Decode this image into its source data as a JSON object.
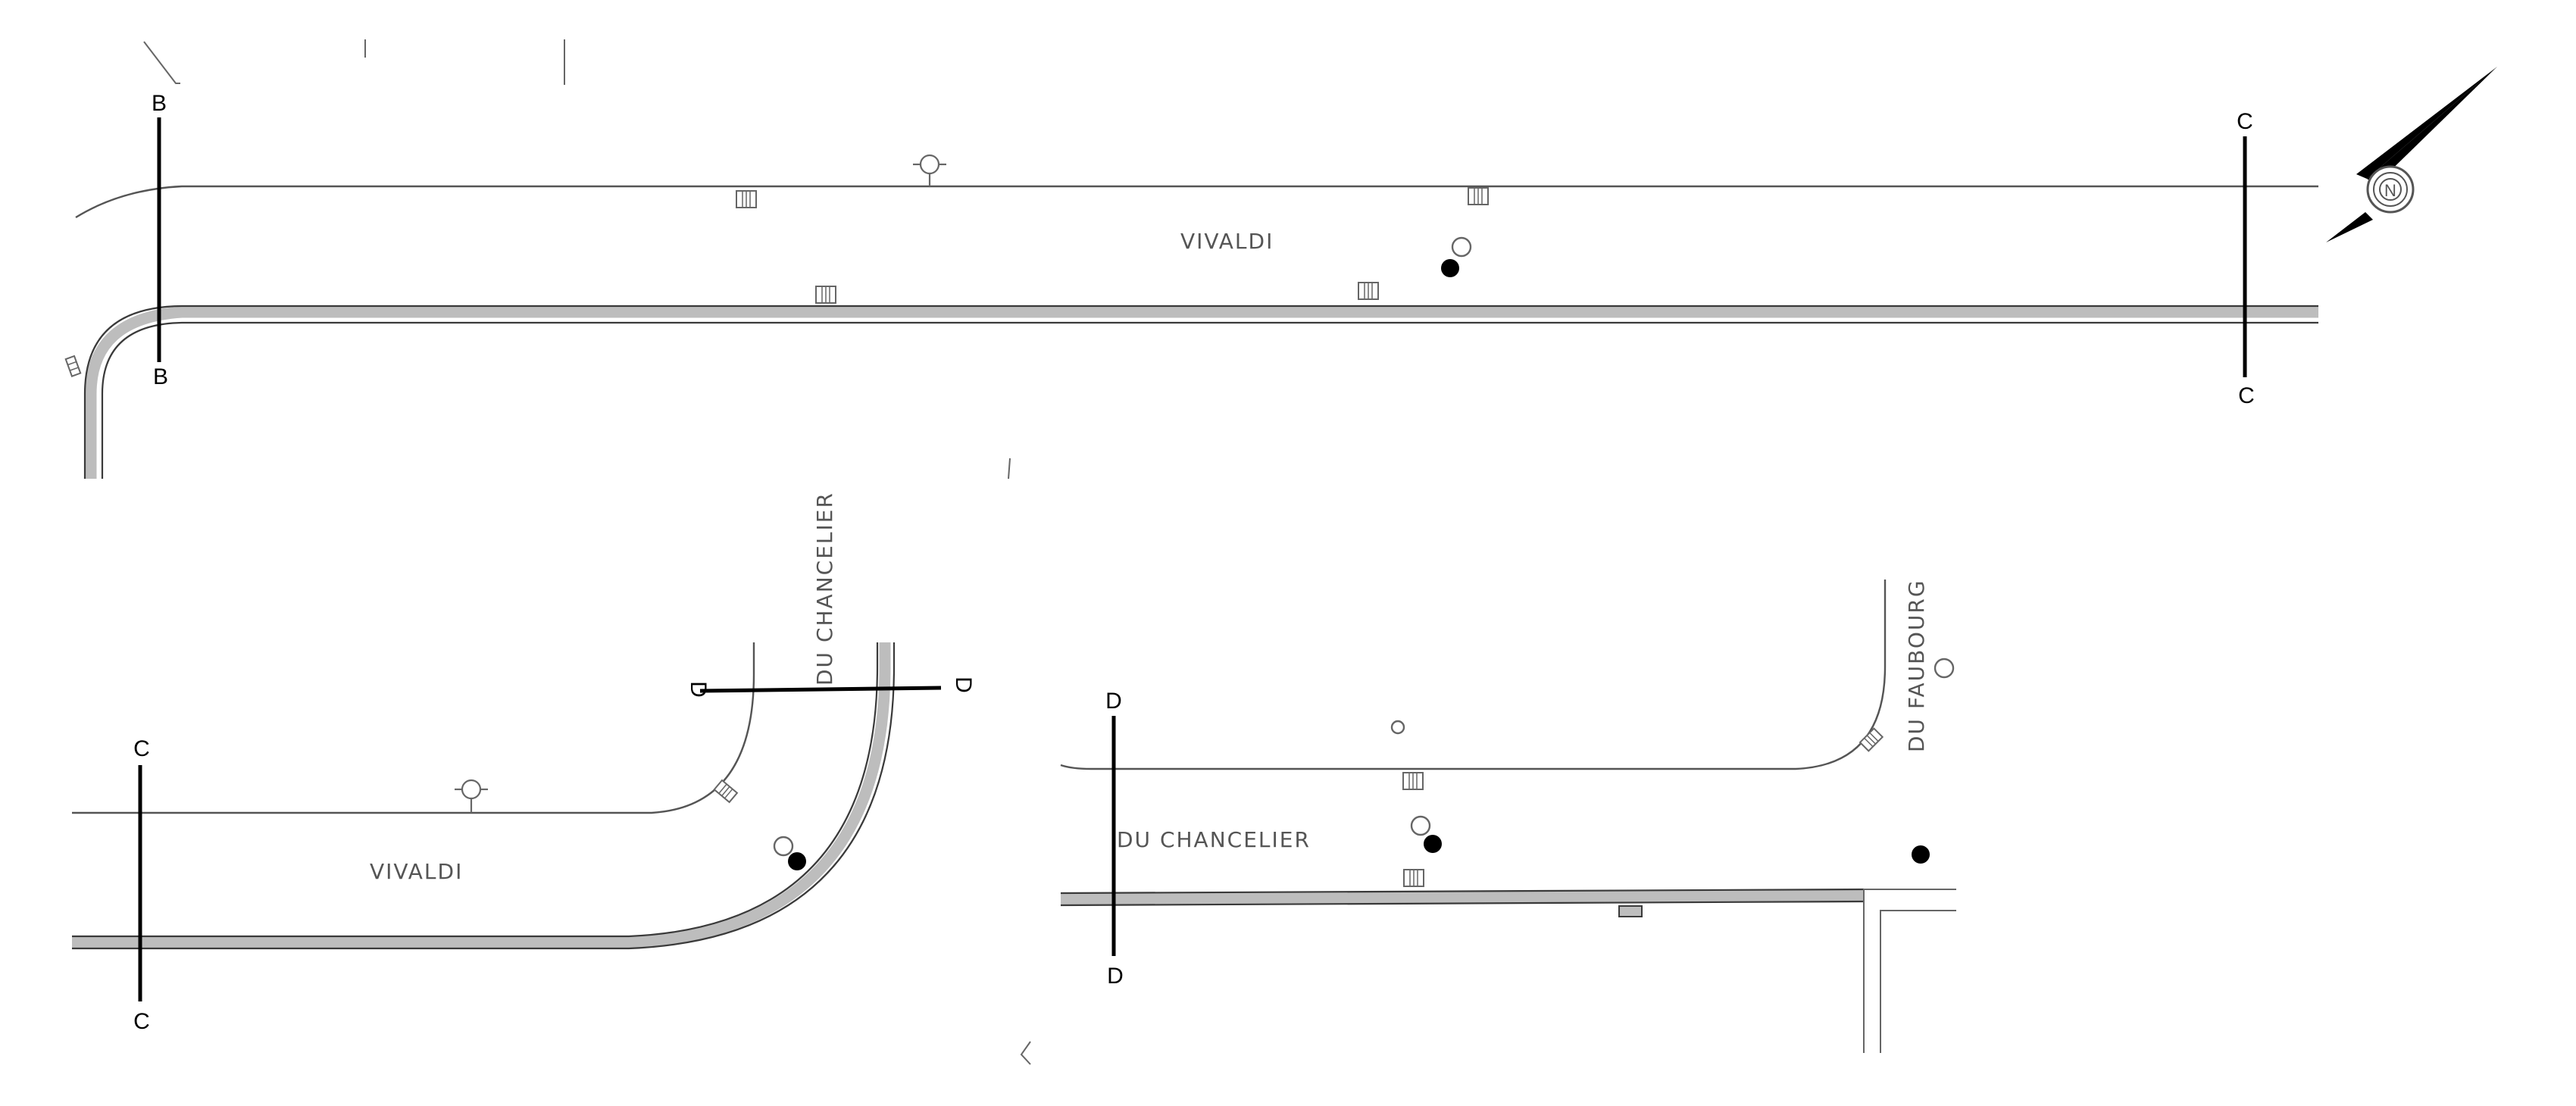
{
  "sections": {
    "b_top": "B",
    "b_bottom": "B",
    "c_top": "C",
    "c_bottom": "C",
    "c2_top": "C",
    "c2_bottom": "C",
    "d_left": "D",
    "d_right": "D",
    "d2_top": "D",
    "d2_bottom": "D"
  },
  "streets": {
    "vivaldi_top": "VIVALDI",
    "vivaldi_bottom": "VIVALDI",
    "chancelier_vertical": "DU CHANCELIER",
    "chancelier_horizontal": "DU CHANCELIER",
    "faubourg": "DU FAUBOURG"
  },
  "compass": {
    "label": "N",
    "icon": "north-arrow-icon"
  },
  "colors": {
    "curb_fill": "#bdbdbd",
    "line": "#555555",
    "section_line": "#000000"
  }
}
